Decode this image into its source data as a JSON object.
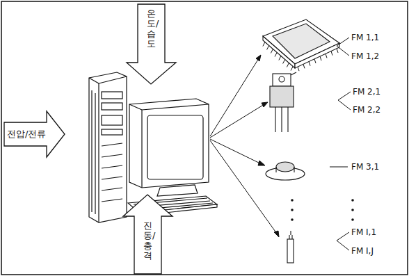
{
  "diagram": {
    "nodes": [
      {
        "text": [
          "온도/습도"
        ]
      },
      {
        "text": [
          "전압/전류"
        ]
      },
      {
        "text": [
          "진동/충격"
        ]
      }
    ],
    "labels": [
      "FM 1,1",
      "FM 1,2",
      "FM 2,1",
      "FM 2,2",
      "FM 3,1",
      "FM I,1",
      "FM I,J"
    ]
  }
}
